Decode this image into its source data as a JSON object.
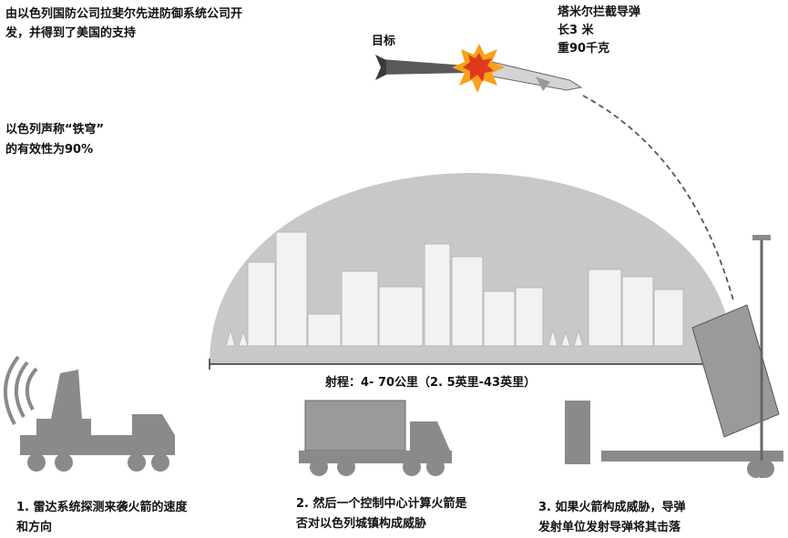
{
  "intro": {
    "developer_line1": "由以色列国防公司拉斐尔先进防御系统公司开",
    "developer_line2": "发，并得到了美国的支持",
    "claim_line1": "以色列声称“铁穹”",
    "claim_line2": "的有效性为90%"
  },
  "target_label": "目标",
  "interceptor": {
    "name": "塔米尔拦截导弹",
    "length": "长3 米",
    "weight": "重90千克"
  },
  "range_label": "射程：4- 70公里（2. 5英里-43英里）",
  "steps": [
    {
      "line1": "1. 雷达系统探测来袭火箭的速度",
      "line2": "和方向"
    },
    {
      "line1": "2. 然后一个控制中心计算火箭是",
      "line2": "否对以色列城镇构成威胁"
    },
    {
      "line1": "3. 如果火箭构成威胁，导弹",
      "line2": "发射单位发射导弹将其击落"
    }
  ],
  "colors": {
    "dome": "#c8c8c8",
    "vehicle": "#8a8a8a",
    "city": "#f2f2f2",
    "explosion": "#f6a21a"
  },
  "icons": [
    "radar-truck-icon",
    "control-center-truck-icon",
    "launcher-icon",
    "explosion-icon",
    "rocket-icon",
    "missile-icon"
  ]
}
